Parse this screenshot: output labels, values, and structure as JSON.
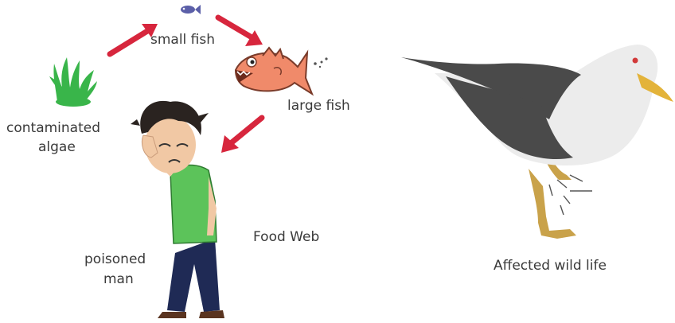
{
  "labels": {
    "small_fish": "small fish",
    "large_fish": "large fish",
    "algae_line1": "contaminated",
    "algae_line2": "algae",
    "man_line1": "poisoned",
    "man_line2": "man",
    "food_web": "Food Web",
    "wild_life": "Affected wild life"
  },
  "colors": {
    "arrow": "#d7263d",
    "algae": "#39b54a",
    "fish_small": "#5b5fa8",
    "fish_large": "#f08a6a",
    "shirt": "#5cc35a",
    "jeans": "#1f2a55",
    "gull_wing": "#4a4a4a",
    "gull_beak": "#e3b33a"
  },
  "icons": [
    "algae-icon",
    "small-fish-icon",
    "large-fish-icon",
    "poisoned-man-icon",
    "seagull-icon"
  ]
}
